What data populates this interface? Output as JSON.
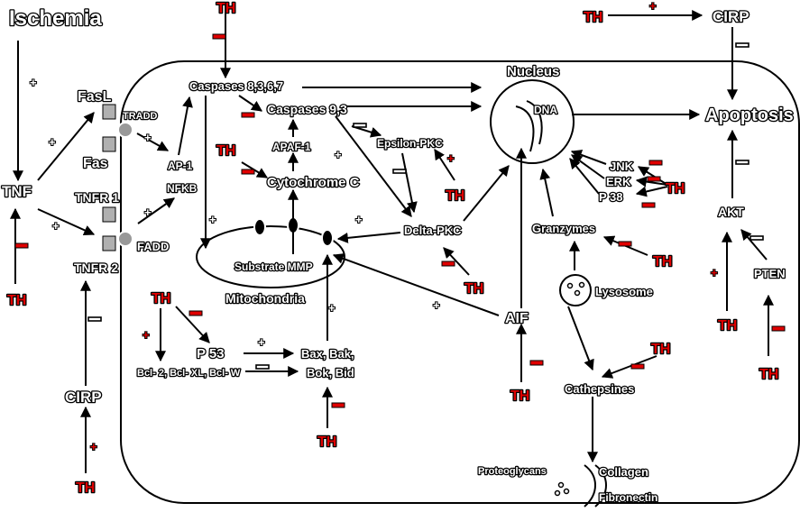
{
  "labels": {
    "ischemia": "Ischemia",
    "fasl": "FasL",
    "fas": "Fas",
    "tradd": "TRADD",
    "tnf": "TNF",
    "tnfr1": "TNFR 1",
    "tnfr2": "TNFR 2",
    "fadd": "FADD",
    "ap1": "AP-1",
    "nfkb": "NFKB",
    "caspases8367": "Caspases  8,3,6,7",
    "caspases93": "Caspases  9,3",
    "apaf1": "APAF-1",
    "cytochrome_c": "Cytochrome C",
    "epsilon_pkc": "Epsilon-PKC",
    "delta_pkc": "Delta-PKC",
    "substrate_mmp": "Substrate MMP",
    "mitochondria": "Mitochondria",
    "nucleus": "Nucleus",
    "dna": "DNA",
    "apoptosis": "Apoptosis",
    "cirp_top": "CIRP",
    "cirp_bottom": "CIRP",
    "jnk": "JNK",
    "erk": "ERK",
    "p38": "P 38",
    "granzymes": "Granzymes",
    "lysosome": "Lysosome",
    "aif": "AIF",
    "cathepsines": "Cathepsines",
    "p53": "P 53",
    "bcl": "Bcl- 2, Bcl- XL, Bcl- W",
    "bax": "Bax, Bak,",
    "bok": "Bok, Bid",
    "akt": "AKT",
    "pten": "PTEN",
    "proteoglycans": "Proteoglycans",
    "collagen": "Collagen",
    "fibronectin": "Fibronectin"
  },
  "th_label": "TH",
  "sign_plus": "+",
  "colors": {
    "th": "#e00000",
    "outline": "#000000",
    "fill": "#ffffff",
    "receptor": "#b0b0b0"
  }
}
